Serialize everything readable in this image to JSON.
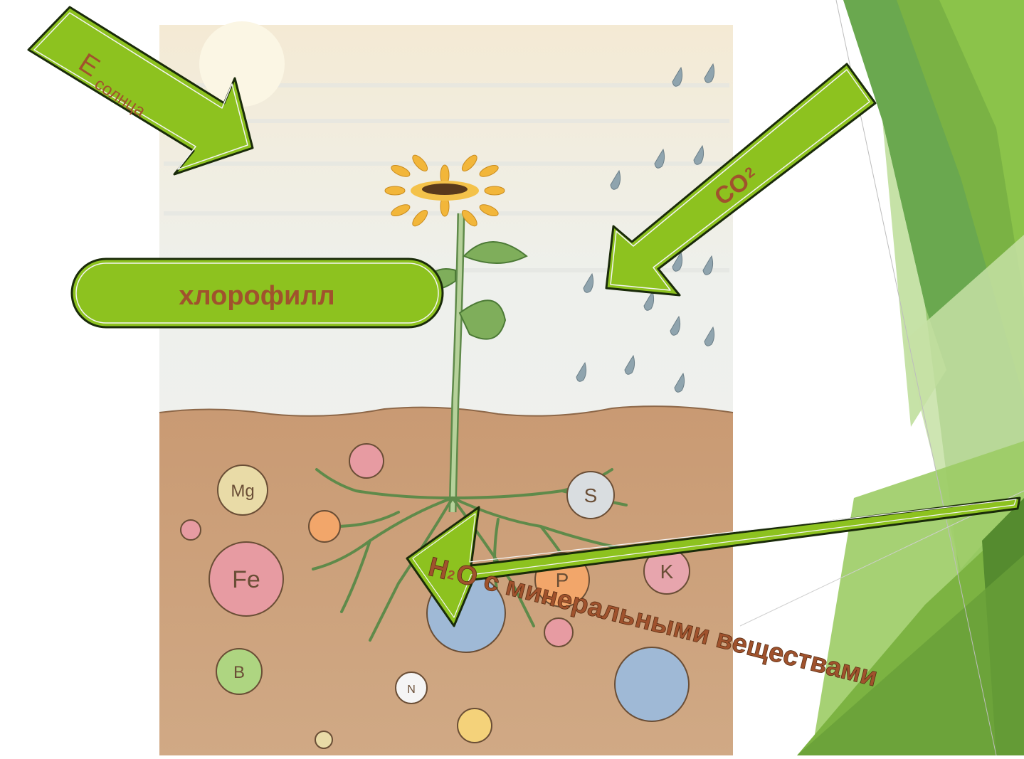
{
  "colors": {
    "accent_green": "#8dc21f",
    "label_brown": "#a0522d",
    "soil": "#caa07d",
    "sky": "#eef0ee"
  },
  "labels": {
    "sun_energy_main": "Е",
    "sun_energy_sub": "солнца",
    "co2_main": "CO",
    "co2_sub": "2",
    "chlorophyll": "хлорофилл",
    "water_h": "H",
    "water_sub": "2",
    "water_rest": "O с минеральными веществами"
  },
  "soil_elements": [
    "Mg",
    "Fe",
    "B",
    "N",
    "S",
    "K",
    "P"
  ]
}
